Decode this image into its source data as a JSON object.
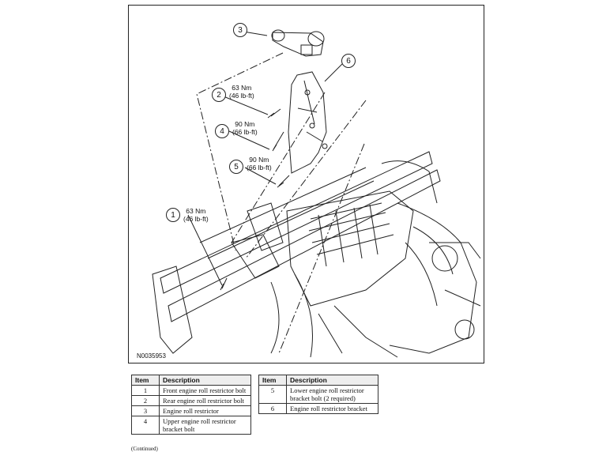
{
  "figure": {
    "id": "N0035953",
    "callouts": [
      {
        "num": "1",
        "torque": [
          "63 Nm",
          "(46 lb-ft)"
        ]
      },
      {
        "num": "2",
        "torque": [
          "63 Nm",
          "(46 lb-ft)"
        ]
      },
      {
        "num": "3",
        "torque": []
      },
      {
        "num": "4",
        "torque": [
          "90 Nm",
          "(66 lb-ft)"
        ]
      },
      {
        "num": "5",
        "torque": [
          "90 Nm",
          "(66 lb-ft)"
        ]
      },
      {
        "num": "6",
        "torque": []
      }
    ]
  },
  "legend_left": {
    "headers": {
      "item": "Item",
      "description": "Description"
    },
    "rows": [
      {
        "item": "1",
        "description": "Front engine roll restrictor bolt"
      },
      {
        "item": "2",
        "description": "Rear engine roll restrictor bolt"
      },
      {
        "item": "3",
        "description": "Engine roll restrictor"
      },
      {
        "item": "4",
        "description": "Upper engine roll restrictor bracket bolt"
      }
    ]
  },
  "legend_right": {
    "headers": {
      "item": "Item",
      "description": "Description"
    },
    "rows": [
      {
        "item": "5",
        "description": "Lower engine roll restrictor bracket bolt (2 required)"
      },
      {
        "item": "6",
        "description": "Engine roll restrictor bracket"
      }
    ]
  },
  "footer": {
    "continued": "(Continued)"
  }
}
